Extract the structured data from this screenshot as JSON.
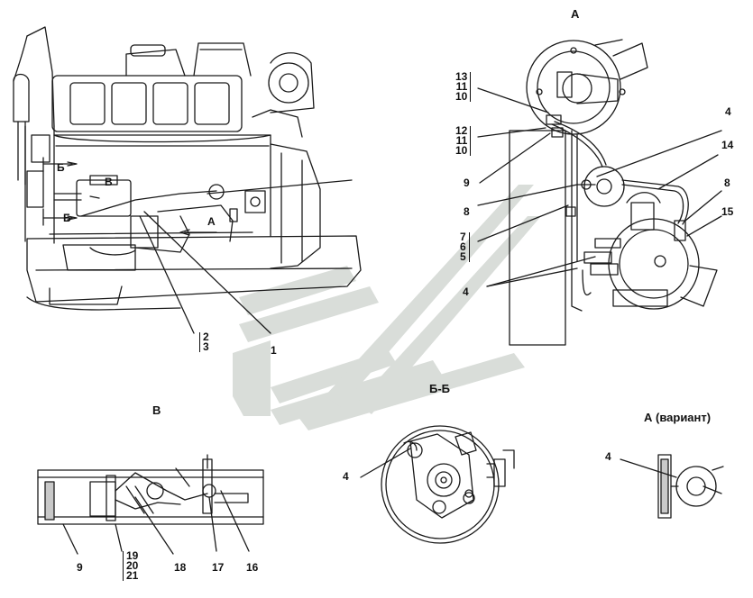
{
  "views": {
    "a": "А",
    "bb": "Б-Б",
    "v": "В",
    "a_variant": "А (вариант)"
  },
  "section_marks": {
    "b1": "Б",
    "b2": "Б",
    "v_mark": "В",
    "a_mark": "А"
  },
  "main": {
    "stack_2_3": [
      "2",
      "3"
    ],
    "n1": "1"
  },
  "view_a": {
    "stack_13_11_10": [
      "13",
      "11",
      "10"
    ],
    "stack_12_11_10": [
      "12",
      "11",
      "10"
    ],
    "n9": "9",
    "n8_left": "8",
    "stack_7_6_5": [
      "7",
      "6",
      "5"
    ],
    "n4_bottom": "4",
    "n4_top": "4",
    "n14": "14",
    "n8_right": "8",
    "n15": "15"
  },
  "view_bb": {
    "n4": "4"
  },
  "view_v": {
    "n9": "9",
    "stack_19_20_21": [
      "19",
      "20",
      "21"
    ],
    "n18": "18",
    "n17": "17",
    "n16": "16"
  },
  "view_a_variant": {
    "n4": "4"
  },
  "colors": {
    "line": "#1a1a1a",
    "watermark": "#d6dad7",
    "shade": "#c9c9c9"
  }
}
